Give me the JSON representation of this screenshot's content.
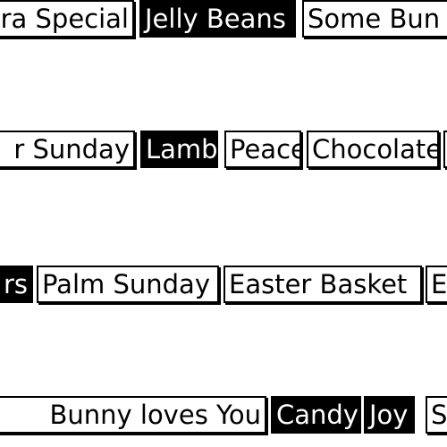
{
  "rows": [
    [
      "sra Special",
      "Jelly Beans",
      "Some Bun"
    ],
    [
      "r Sunday",
      "Lambs",
      "Peace",
      "Chocolate",
      ""
    ],
    [
      "rs",
      "Palm Sunday",
      "Easter Basket",
      "E"
    ],
    [
      "Bunny loves You",
      "Candy",
      "Joy",
      "S"
    ]
  ]
}
